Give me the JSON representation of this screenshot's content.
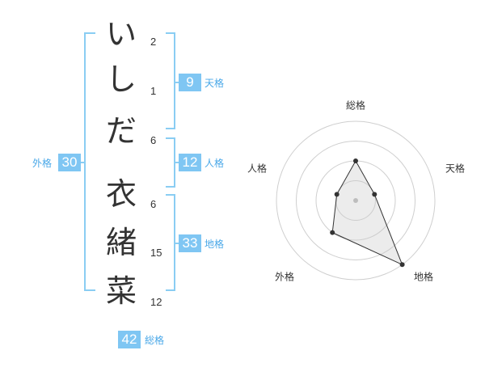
{
  "name": {
    "chars": [
      {
        "char": "い",
        "strokes": "2"
      },
      {
        "char": "し",
        "strokes": "1"
      },
      {
        "char": "だ",
        "strokes": "6"
      },
      {
        "char": "衣",
        "strokes": "6"
      },
      {
        "char": "緒",
        "strokes": "15"
      },
      {
        "char": "菜",
        "strokes": "12"
      }
    ]
  },
  "fortunes": {
    "tenkaku": {
      "value": "9",
      "label": "天格"
    },
    "jinkaku": {
      "value": "12",
      "label": "人格"
    },
    "chikaku": {
      "value": "33",
      "label": "地格"
    },
    "gaikaku": {
      "value": "30",
      "label": "外格"
    },
    "soukaku": {
      "value": "42",
      "label": "総格"
    }
  },
  "radar": {
    "axes": [
      "総格",
      "天格",
      "地格",
      "外格",
      "人格"
    ],
    "levels": 4,
    "values": [
      2,
      1,
      4,
      2,
      1
    ],
    "max": 4
  },
  "colors": {
    "accent": "#7fc6f3",
    "bracket": "#8acdf3",
    "label": "#4aa8e8"
  }
}
